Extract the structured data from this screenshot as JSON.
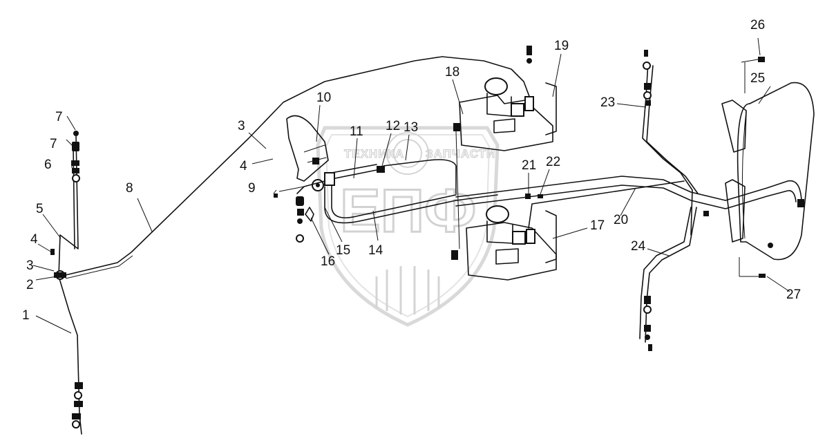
{
  "watermark": {
    "left_text": "ТЕХНИКА",
    "right_text": "ЗАПЧАСТИ",
    "monogram": "ЕПФ"
  },
  "callouts": [
    {
      "id": "c1",
      "label": "1"
    },
    {
      "id": "c2",
      "label": "2"
    },
    {
      "id": "c3a",
      "label": "3"
    },
    {
      "id": "c4a",
      "label": "4"
    },
    {
      "id": "c5",
      "label": "5"
    },
    {
      "id": "c6",
      "label": "6"
    },
    {
      "id": "c7a",
      "label": "7"
    },
    {
      "id": "c7b",
      "label": "7"
    },
    {
      "id": "c8",
      "label": "8"
    },
    {
      "id": "c3b",
      "label": "3"
    },
    {
      "id": "c4b",
      "label": "4"
    },
    {
      "id": "c9",
      "label": "9"
    },
    {
      "id": "c10",
      "label": "10"
    },
    {
      "id": "c11",
      "label": "11"
    },
    {
      "id": "c12",
      "label": "12"
    },
    {
      "id": "c13",
      "label": "13"
    },
    {
      "id": "c14",
      "label": "14"
    },
    {
      "id": "c15",
      "label": "15"
    },
    {
      "id": "c16",
      "label": "16"
    },
    {
      "id": "c17",
      "label": "17"
    },
    {
      "id": "c18",
      "label": "18"
    },
    {
      "id": "c19",
      "label": "19"
    },
    {
      "id": "c20",
      "label": "20"
    },
    {
      "id": "c21",
      "label": "21"
    },
    {
      "id": "c22",
      "label": "22"
    },
    {
      "id": "c23",
      "label": "23"
    },
    {
      "id": "c24",
      "label": "24"
    },
    {
      "id": "c25",
      "label": "25"
    },
    {
      "id": "c26",
      "label": "26"
    },
    {
      "id": "c27",
      "label": "27"
    }
  ]
}
